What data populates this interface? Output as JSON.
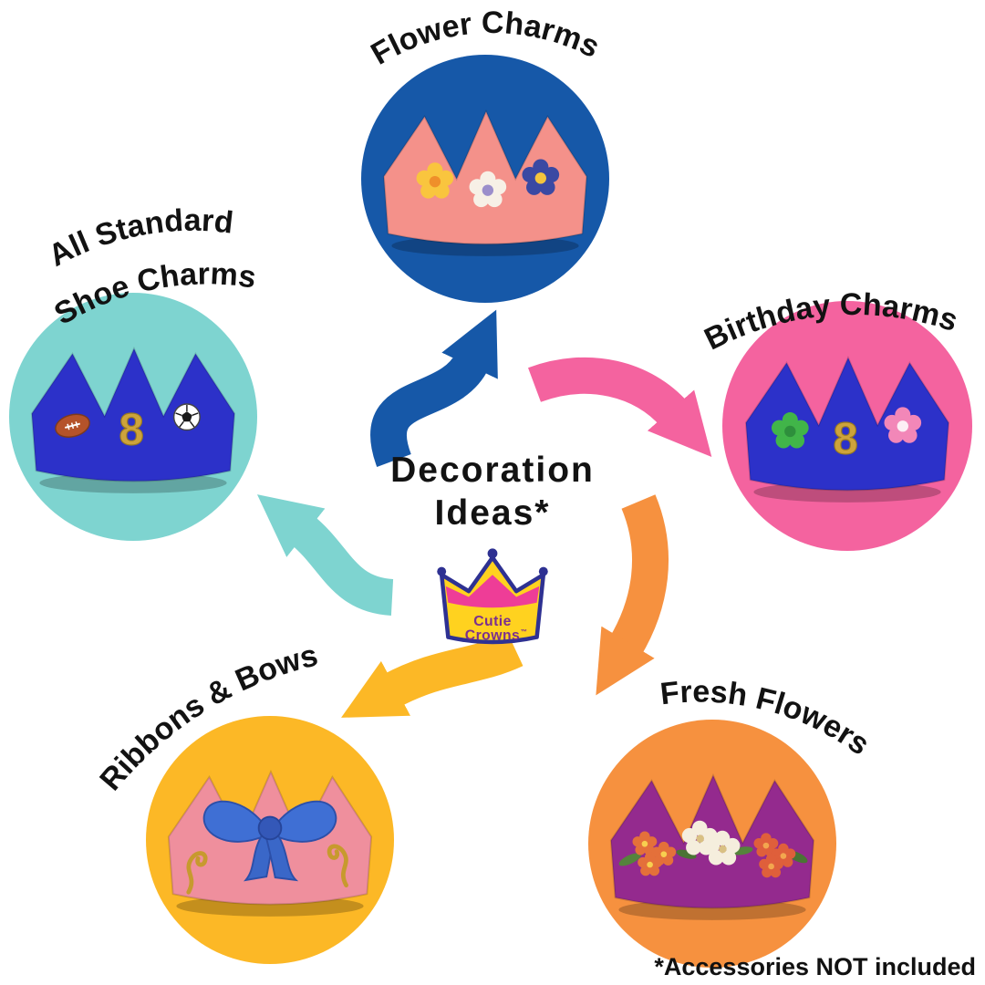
{
  "page": {
    "background": "#ffffff"
  },
  "center": {
    "title_line1": "Decoration",
    "title_line2": "Ideas*",
    "logo": {
      "line1": "Cutie",
      "line2": "Crowns",
      "trademark": "™"
    }
  },
  "footnote": "*Accessories NOT included",
  "charms": {
    "number_charm": "8"
  },
  "nodes": {
    "flower": {
      "label": "Flower Charms",
      "circle_color": "#1658a8",
      "arrow_color": "#1658a8",
      "crown_color": "#f4918a"
    },
    "shoe": {
      "label_line1": "All Standard",
      "label_line2": "Shoe Charms",
      "circle_color": "#7ed4d0",
      "arrow_color": "#7ed4d0",
      "crown_color": "#2c31c9"
    },
    "birthday": {
      "label": "Birthday Charms",
      "circle_color": "#f4639f",
      "arrow_color": "#f4639f",
      "crown_color": "#2c31c9"
    },
    "ribbons": {
      "label": "Ribbons & Bows",
      "circle_color": "#fcb826",
      "arrow_color": "#fcb826",
      "crown_color": "#ef8f9d"
    },
    "fresh": {
      "label": "Fresh Flowers",
      "circle_color": "#f6913f",
      "arrow_color": "#f6913f",
      "crown_color": "#942a8e"
    }
  },
  "logo_colors": {
    "yellow": "#ffd21f",
    "pink": "#ee3d97",
    "outline": "#2e3192",
    "text": "#7b2f8f"
  }
}
